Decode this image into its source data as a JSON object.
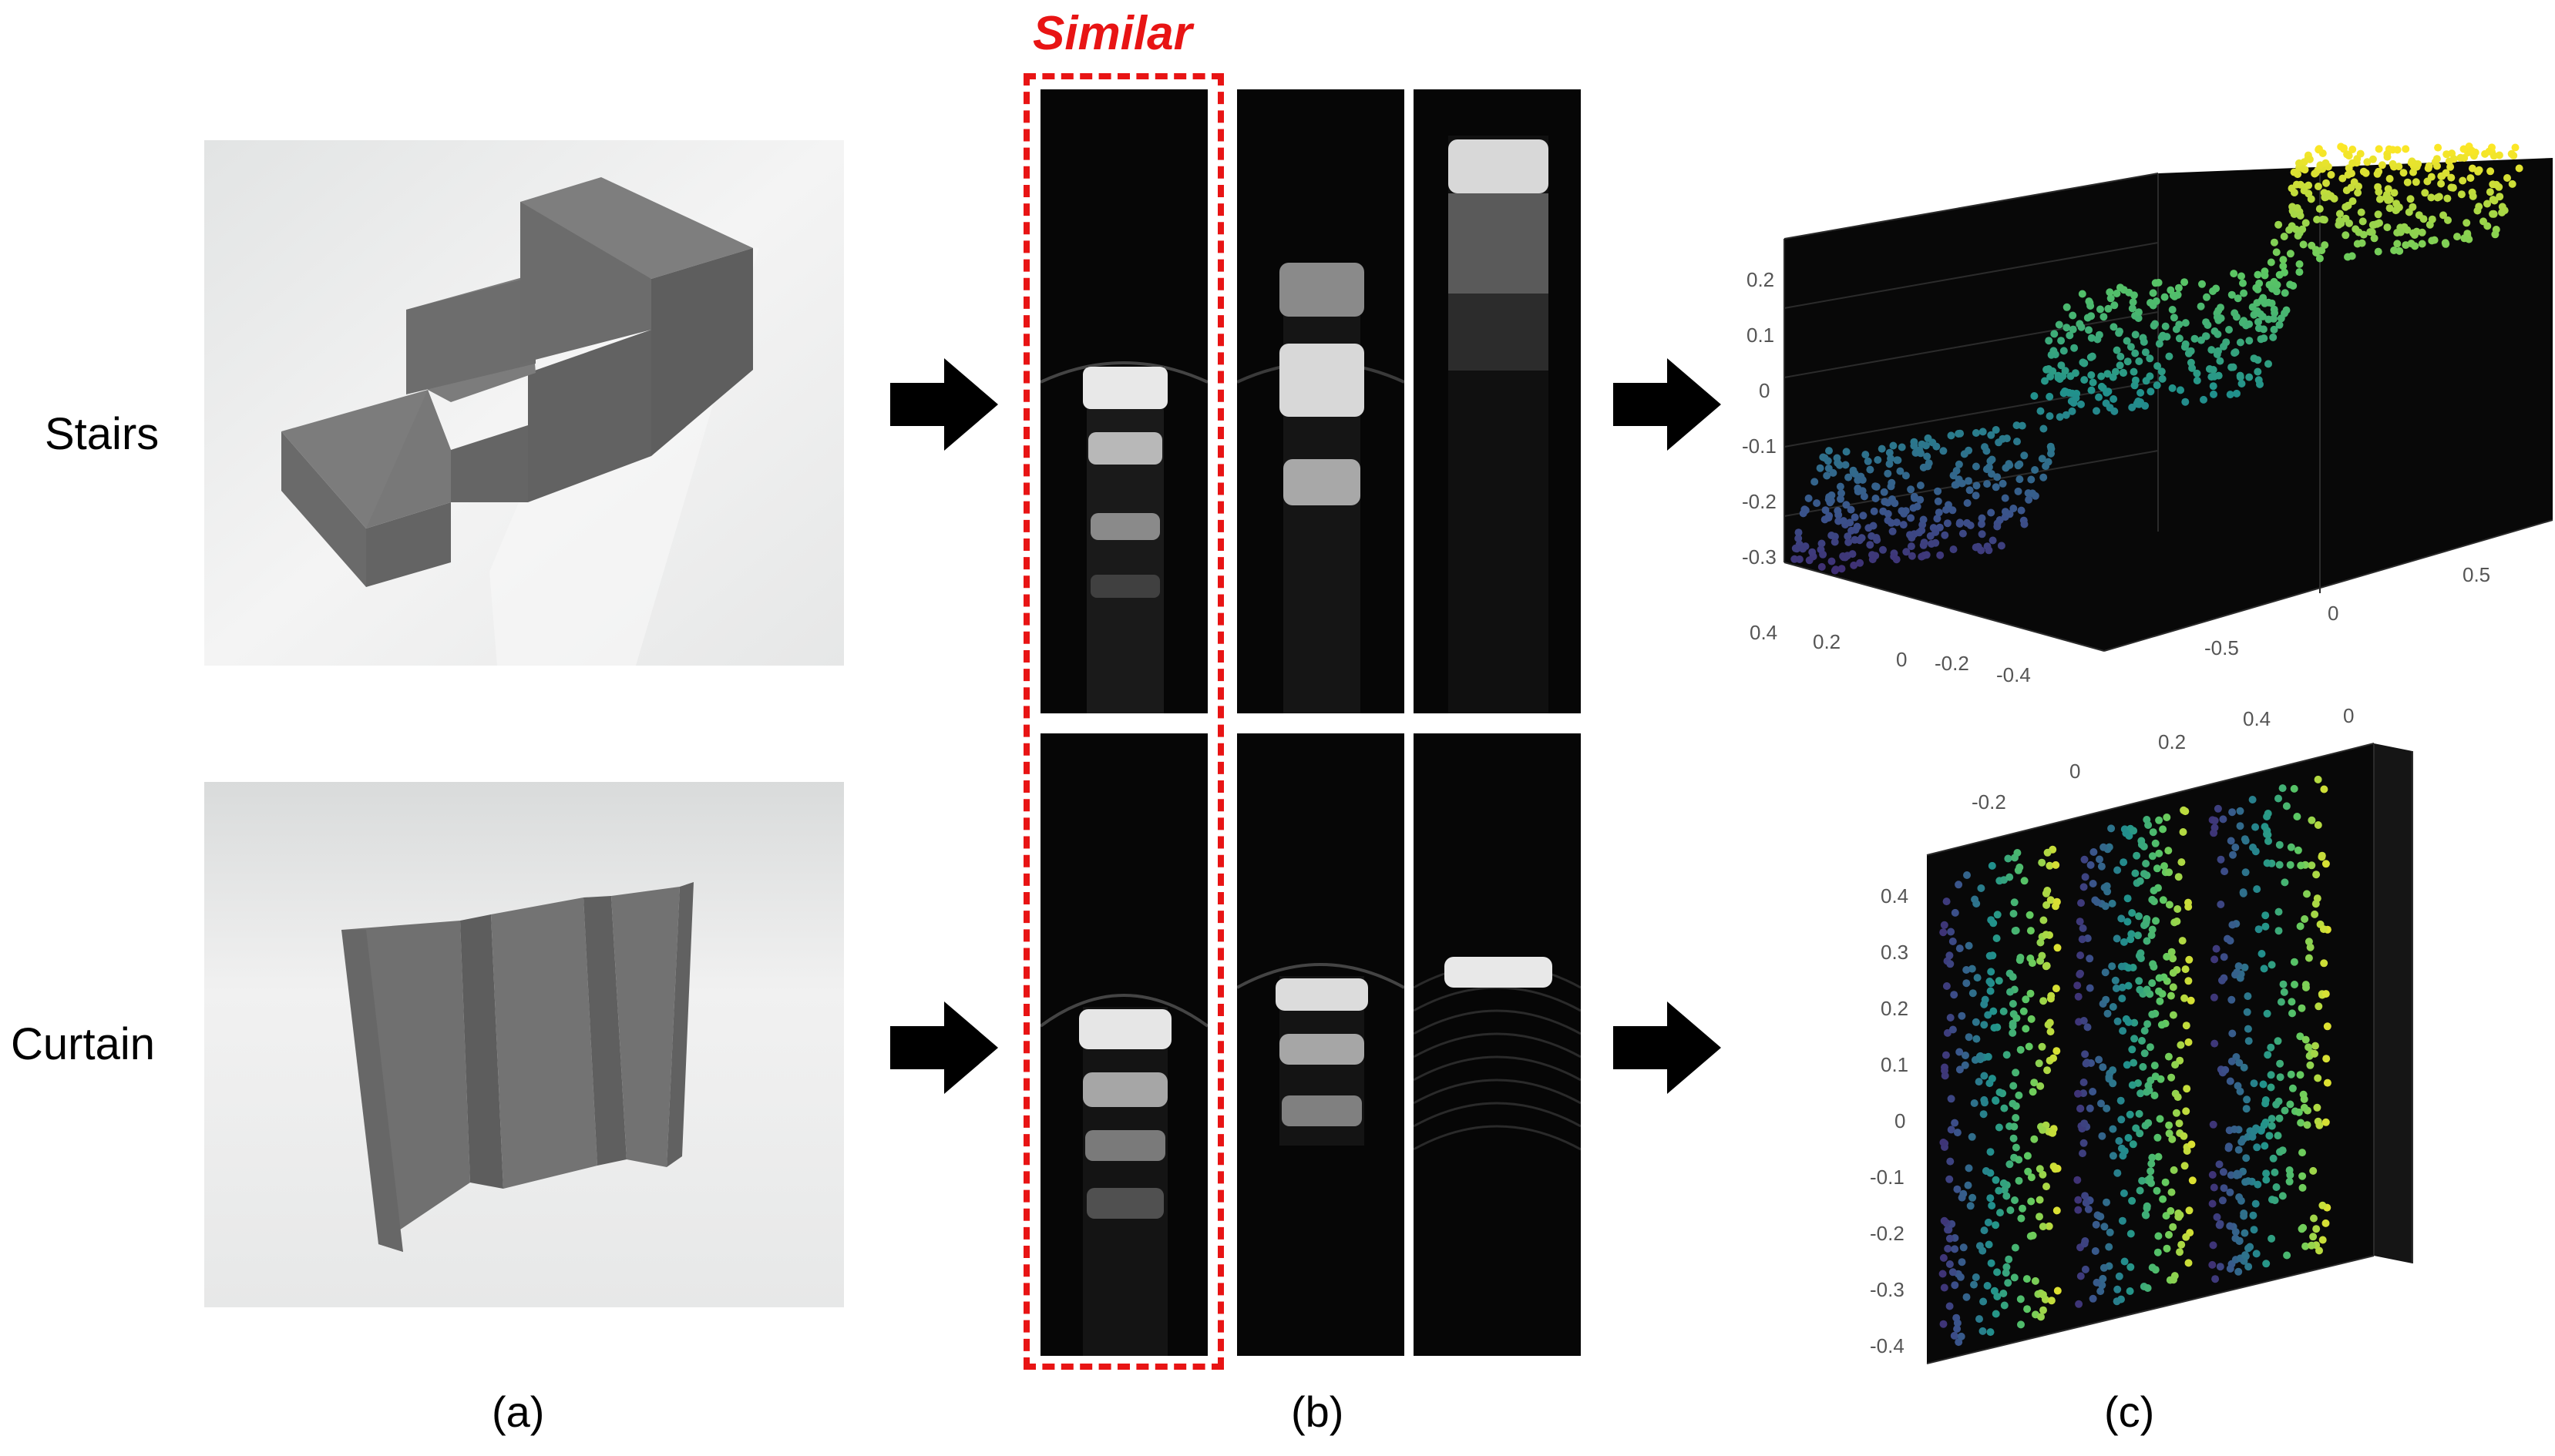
{
  "rows": [
    {
      "label": "Stairs"
    },
    {
      "label": "Curtain"
    }
  ],
  "callout": {
    "label": "Similar",
    "color": "#e81414"
  },
  "panels": {
    "a": "(a)",
    "b": "(b)",
    "c": "(c)"
  },
  "plots": {
    "stairs": {
      "z_ticks": [
        "0.2",
        "0.1",
        "0",
        "-0.1",
        "-0.2",
        "-0.3"
      ],
      "x_ticks": [
        "0.4",
        "0.2",
        "0",
        "-0.2",
        "-0.4"
      ],
      "y_ticks": [
        "-0.5",
        "0",
        "0.5"
      ]
    },
    "curtain": {
      "z_ticks": [
        "0.4",
        "0.3",
        "0.2",
        "0.1",
        "0",
        "-0.1",
        "-0.2",
        "-0.3",
        "-0.4"
      ],
      "top_ticks": [
        "-0.2",
        "0",
        "0.2",
        "0.4",
        "0"
      ]
    }
  },
  "colors": {
    "object": "#6f6f6f",
    "render_bg": "#e9eaea",
    "plot_bg": "#080808"
  }
}
